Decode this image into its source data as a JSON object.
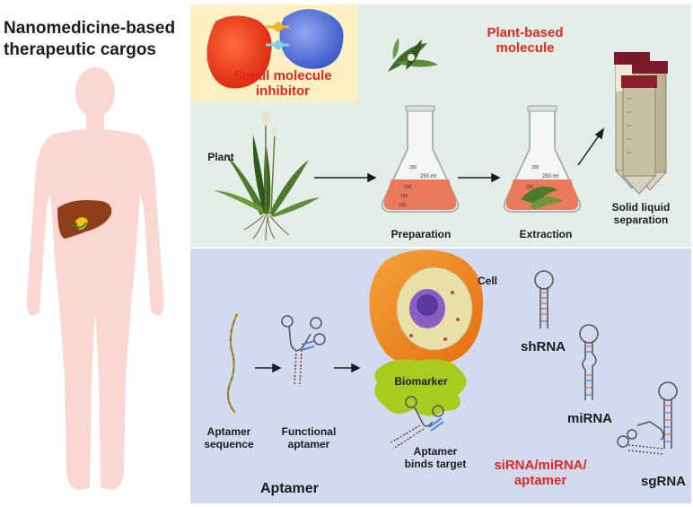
{
  "title": "Nanomedicine-based therapeutic cargos",
  "small_molecule": {
    "label": "Small molecule inhibitor"
  },
  "plant_based": {
    "label": "Plant-based molecule",
    "plant": "Plant",
    "preparation": "Preparation",
    "extraction": "Extraction",
    "separation": "Solid liquid separation",
    "flask_marks": [
      "250",
      "250 ml",
      "200",
      "150",
      "100"
    ]
  },
  "aptamer": {
    "section_label": "Aptamer",
    "sequence": "Aptamer sequence",
    "functional": "Functional aptamer",
    "binds": "Aptamer binds target",
    "cell": "Cell",
    "biomarker": "Biomarker"
  },
  "rna": {
    "shrna": "shRNA",
    "mirna": "miRNA",
    "sgrna": "sgRNA",
    "combined": "siRNA/miRNA/ aptamer"
  },
  "colors": {
    "top_panel": "#e3eee9",
    "bottom_panel": "#d2daf0",
    "small_molecule_panel": "#fdf0c3",
    "accent_red": "#e0281f",
    "body": "#fbd7d2",
    "liver": "#8f3d1b",
    "cell_orange": "#f08a1c",
    "biomarker_green": "#a8cc1e"
  }
}
